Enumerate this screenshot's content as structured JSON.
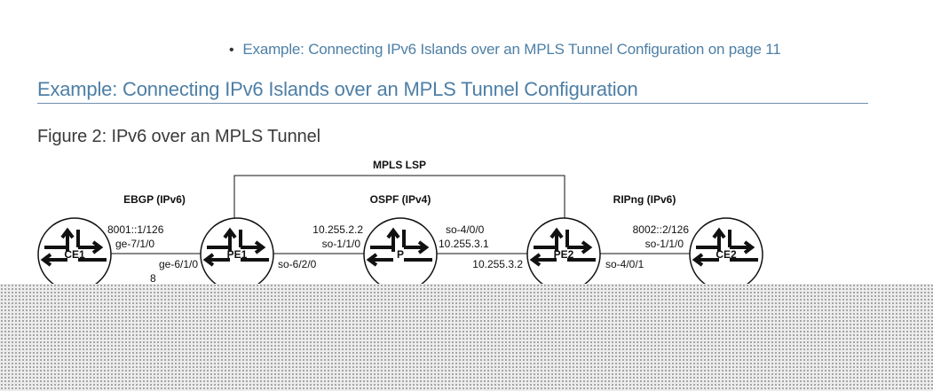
{
  "toc_link": "Example: Connecting IPv6 Islands over an MPLS Tunnel Configuration on page 11",
  "heading": "Example: Connecting IPv6 Islands over an MPLS Tunnel Configuration",
  "figure_caption": "Figure 2: IPv6 over an MPLS Tunnel",
  "diagram": {
    "mpls_lsp": "MPLS LSP",
    "ebgp": "EBGP (IPv6)",
    "ospf": "OSPF (IPv4)",
    "ripng": "RIPng (IPv6)",
    "routers": {
      "ce1": "CE1",
      "pe1": "PE1",
      "p": "P",
      "pe2": "PE2",
      "ce2": "CE2"
    },
    "labels": {
      "ce1_addr": "8001::1/126",
      "ce1_if": "ge-7/1/0",
      "pe1_if_ge": "ge-6/1/0",
      "pe1_partial": "8",
      "pe1_if_so": "so-6/2/0",
      "p_addr_left": "10.255.2.2",
      "p_if_left": "so-1/1/0",
      "p_if_right": "so-4/0/0",
      "p_addr_right": "10.255.3.1",
      "pe2_addr": "10.255.3.2",
      "pe2_if": "so-4/0/1",
      "ce2_addr": "8002::2/126",
      "ce2_if": "so-1/1/0"
    }
  },
  "colors": {
    "link_blue": "#4d7fa6",
    "caption_gray": "#3a3a3a"
  }
}
